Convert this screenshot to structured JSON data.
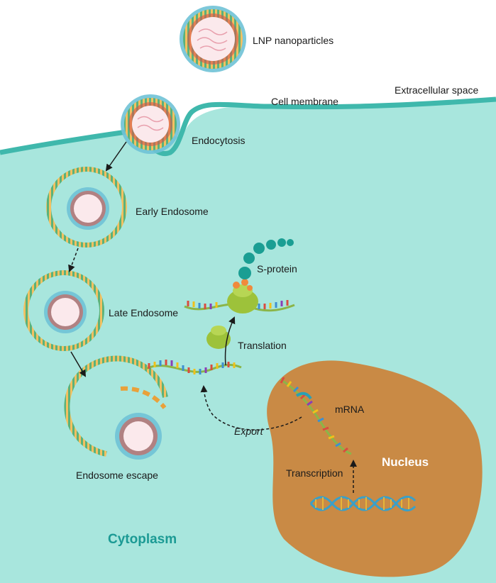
{
  "labels": {
    "lnp": "LNP nanoparticles",
    "membrane": "Cell membrane",
    "extracellular": "Extracellular space",
    "endocytosis": "Endocytosis",
    "early_endosome": "Early Endosome",
    "late_endosome": "Late Endosome",
    "escape": "Endosome escape",
    "sprotein": "S-protein",
    "translation": "Translation",
    "mrna": "mRNA",
    "export": "Export",
    "nucleus": "Nucleus",
    "transcription": "Transcription",
    "cytoplasm": "Cytoplasm"
  },
  "colors": {
    "cytoplasm": "#a8e6dd",
    "membrane": "#3fb8ac",
    "nucleus": "#c98a45",
    "lipid_head_blue": "#6fc2d6",
    "lipid_head_red": "#d8544a",
    "endosome_orange": "#e9a13a",
    "endosome_green": "#5bb27a",
    "ribosome": "#9dc23a",
    "protein": "#1a9e93",
    "dna": "#3aa0c8"
  }
}
